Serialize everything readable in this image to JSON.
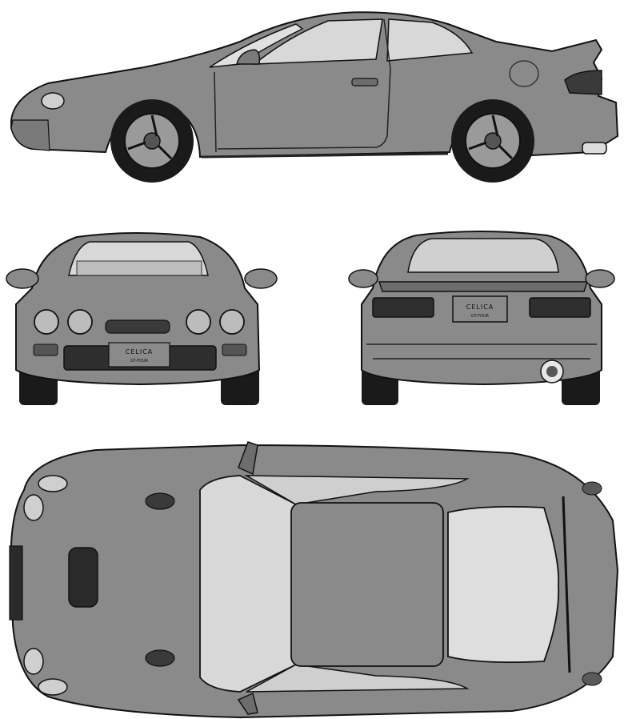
{
  "blueprint": {
    "views": [
      "side-view",
      "front-view",
      "rear-view",
      "top-view"
    ],
    "front_badge_line1": "CELICA",
    "front_badge_line2": "GT-FOUR",
    "rear_badge_line1": "CELICA",
    "rear_badge_line2": "GT-FOUR",
    "colors": {
      "body": "#8a8a8a",
      "body_dark": "#6d6d6d",
      "glass": "#d8d8d8",
      "outline": "#111111",
      "tire": "#1a1a1a",
      "background": "#ffffff"
    }
  }
}
